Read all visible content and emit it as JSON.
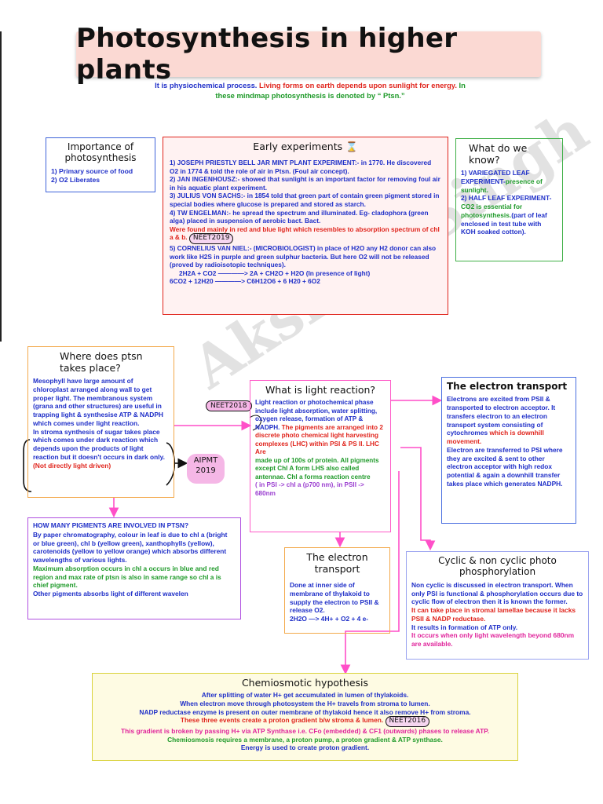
{
  "title": "Photosynthesis in higher plants",
  "intro": {
    "p1": "It is physiochemical process.",
    "p2": "Living forms on earth depends upon sunlight for energy.",
    "p3": "In",
    "p4": "these mindmap photosynthesis is denoted by “ Ptsn.”"
  },
  "watermark": "Akshita Singh",
  "importance": {
    "heading": "Importance of photosynthesis",
    "items": [
      "1) Primary source of food",
      "2) O2 Liberates"
    ]
  },
  "early": {
    "heading": "Early experiments ⌛",
    "e1": "1) JOSEPH PRIESTLY BELL JAR MINT PLANT EXPERIMENT:- in 1770. He discovered O2 in 1774 & told the role of air in Ptsn. (Foul air concept).",
    "e2": "2) JAN INGENHOUSZ:- showed that sunlight is an important factor for removing foul air in his aquatic plant experiment.",
    "e3": "3) JULIUS VON SACHS:- in 1854 told that green part of contain green pigment stored in special bodies where glucose is prepared and stored as starch.",
    "e4a": "4) TW ENGELMAN:- he spread the spectrum and illuminated. Eg- cladophora (green alga) placed in suspension of aerobic bact. Bact.",
    "e4b": "Were found mainly in red and blue light which resembles to absorption spectrum of chl a & b.",
    "e4tag": "NEET2019",
    "e5": "5) CORNELIUS VAN NIEL:- (MICROBIOLOGIST) in place of H2O any H2 donor can also work like H2S in purple and green sulphur bacteria. But here O2 will not be released (proved by radioisotopic techniques).",
    "eq1": "2H2A + CO2 ————> 2A + CH2O + H2O (In presence of light)",
    "eq2": "6CO2 + 12H20 ————> C6H12O6 + 6 H20 + 6O2"
  },
  "know": {
    "heading": "What do we know?",
    "k1a": "1) VARIEGATED LEAF EXPERIMENT-",
    "k1b": "presence of sunlight.",
    "k2a": "2) HALF LEAF EXPERIMENT-",
    "k2b": "CO2 is essential for photosynthesis.",
    "k2c": "(part of leaf enclosed in test tube with KOH soaked cotton)."
  },
  "where": {
    "heading": "Where does ptsn takes place?",
    "body1": "Mesophyll have large amount of chloroplast arranged along wall to get proper light. The membranous system (grana and other structures) are useful in trapping light & synthesise ATP & NADPH which comes under light reaction.",
    "body2": "In stroma synthesis of sugar takes place which comes under dark reaction which depends upon the products of light reaction but it doesn't occurs in dark only.",
    "body3": "(Not directly light driven)"
  },
  "tags": {
    "neet2018": "NEET2018",
    "aipmt": "AIPMT 2019",
    "neet2016": "NEET2016"
  },
  "light": {
    "heading": "What is light reaction?",
    "body1": "Light reaction or photochemical phase include light absorption, water splitting, oxygen release, formation of ATP & NADPH.",
    "body2": "The pigments are arranged into 2 discrete photo chemical light harvesting complexes (LHC) within PSI & PS II. LHC Are",
    "body3": "made up of 100s of protein. All pigments except Chl A form LHS also called antennae. Chl a forms reaction centre",
    "body4": "( in PSI -> chl a (p700 nm), in PSII -> 680nm"
  },
  "etRight": {
    "heading": "The electron transport",
    "body1": "Electrons are excited from PSII & transported to electron acceptor. It transfers electron to an electron transport system consisting of cytochromes",
    "body2": "which is downhill movement.",
    "body3": "Electron are transferred to PSI where they are excited & sent to other electron acceptor with high redox potential & again a downhill transfer takes place which generates NADPH."
  },
  "pigments": {
    "heading": "HOW MANY PIGMENTS ARE INVOLVED IN PTSN?",
    "body1": "By paper chromatography, colour in leaf is due to chl a (bright or blue green), chl b (yellow green), xanthophylls (yellow), carotenoids (yellow to yellow orange) which absorbs different wavelengths of various lights.",
    "body2": "Maximum absorption occurs in chl a occurs in blue and red region and max rate of ptsn is also in same range so chl a is chief pigment.",
    "body3": "Other pigments absorbs light of different wavelen"
  },
  "etMid": {
    "heading": "The electron transport",
    "body": "Done at inner side of membrane of thylakoid to supply the electron to PSII & release O2.",
    "eq": "2H2O —> 4H+ + O2 + 4 e-"
  },
  "cyclic": {
    "heading": "Cyclic & non cyclic photo phosphorylation",
    "body1": "Non cyclic is discussed in electron transport. When only PSI is functional & phosphorylation occurs due to cyclic flow of electron then it is known the former.",
    "body2": "It can take place in stromal lamellae because it lacks PSII & NADP reductase.",
    "body3": "It results in formation of ATP only.",
    "body4": "It occurs when only light wavelength beyond 680nm are available."
  },
  "chemi": {
    "heading": "Chemiosmotic hypothesis",
    "l1": "After splitting of water H+ get accumulated in lumen of thylakoids.",
    "l2": "When electron move through photosystem the H+ travels from stroma to lumen.",
    "l3": "NADP reductase enzyme is present on outer membrane of thylakoid hence it also remove H+ from stroma.",
    "l4": "These three events create a proton gradient b/w stroma & lumen.",
    "l5": "This gradient is broken by passing H+ via ATP Synthase i.e. CFo (embedded) & CF1 (outwards) phases to release ATP.",
    "l6": "Chemiosmosis requires a membrane, a proton pump, a proton gradient & ATP synthase.",
    "l7": "Energy is used to create proton gradient."
  },
  "colors": {
    "title_bg": "#fbd9d3",
    "blue_text": "#1f2fc8",
    "red_text": "#e0241c",
    "green_text": "#1f9a2a",
    "pink_arrow": "#ff4fc8"
  }
}
